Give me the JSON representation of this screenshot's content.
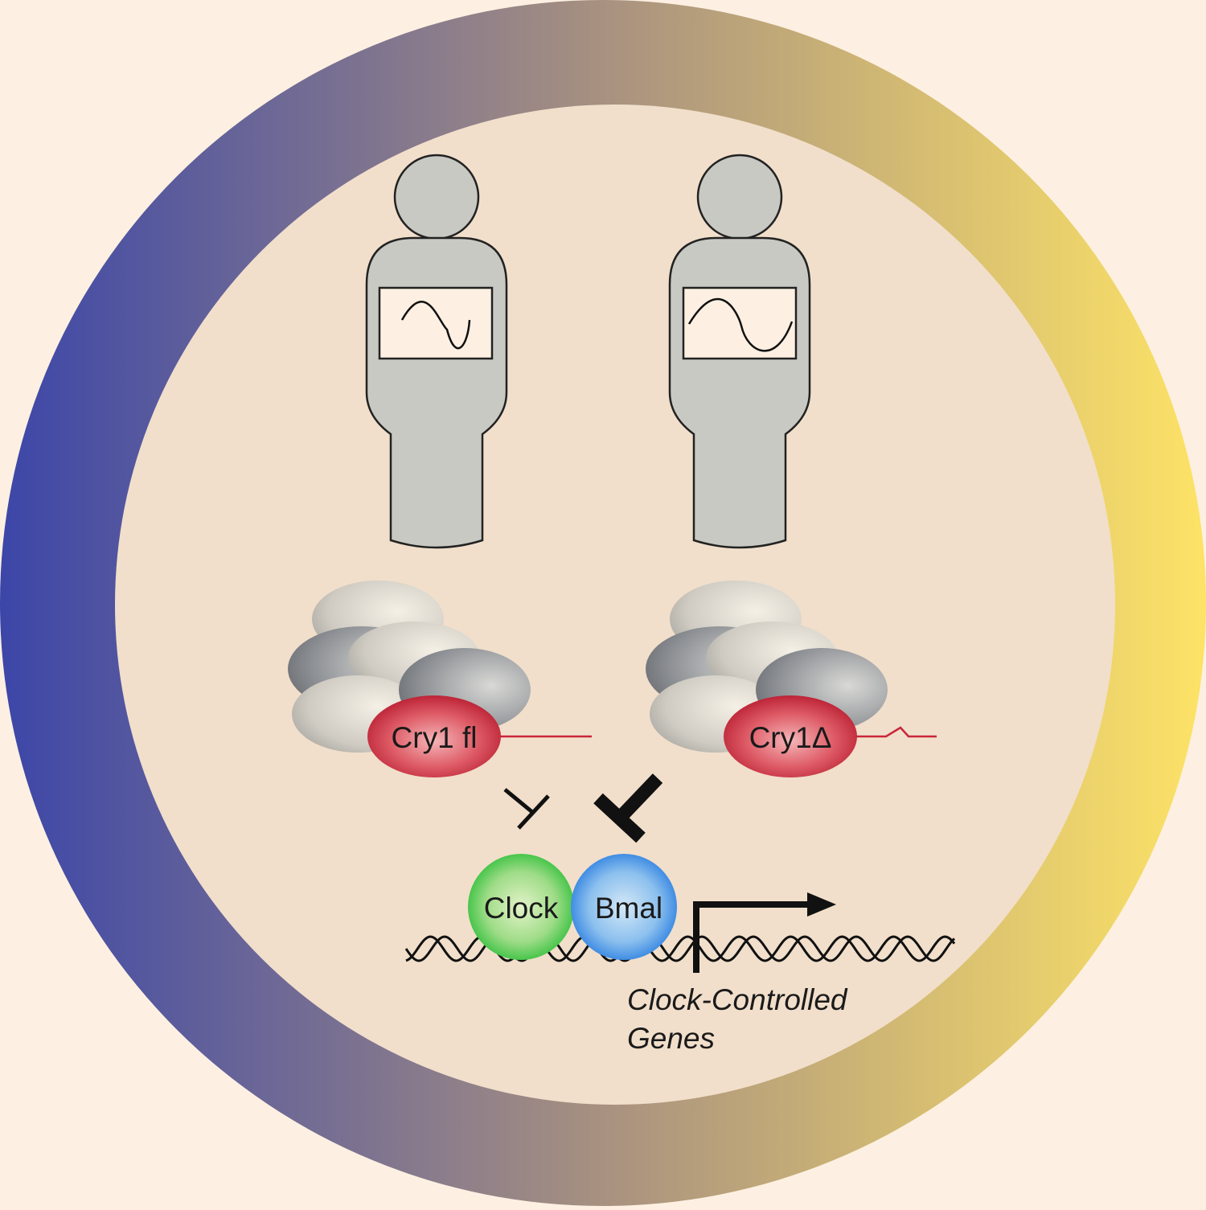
{
  "colors": {
    "background": "#fdf0e2",
    "inner_disc": "#f1dfcb",
    "ring_left": "#3c46a8",
    "ring_mid": "#a89180",
    "ring_right": "#fde366",
    "figure_fill": "#c9c9c4",
    "cry1": "#c8263a",
    "clock": "#31c038",
    "bmal": "#2a7ee0"
  },
  "figures": [
    {
      "id": "figure-left",
      "waveform": "short-period"
    },
    {
      "id": "figure-right",
      "waveform": "long-period"
    }
  ],
  "proteins": {
    "cry1_fl": "Cry1 fl",
    "cry1_delta": "Cry1Δ",
    "clock": "Clock",
    "bmal": "Bmal"
  },
  "repression": [
    {
      "from": "cry1_fl",
      "strength": "weak"
    },
    {
      "from": "cry1_delta",
      "strength": "strong"
    }
  ],
  "genes": {
    "line1": "Clock-Controlled",
    "line2": "Genes"
  }
}
